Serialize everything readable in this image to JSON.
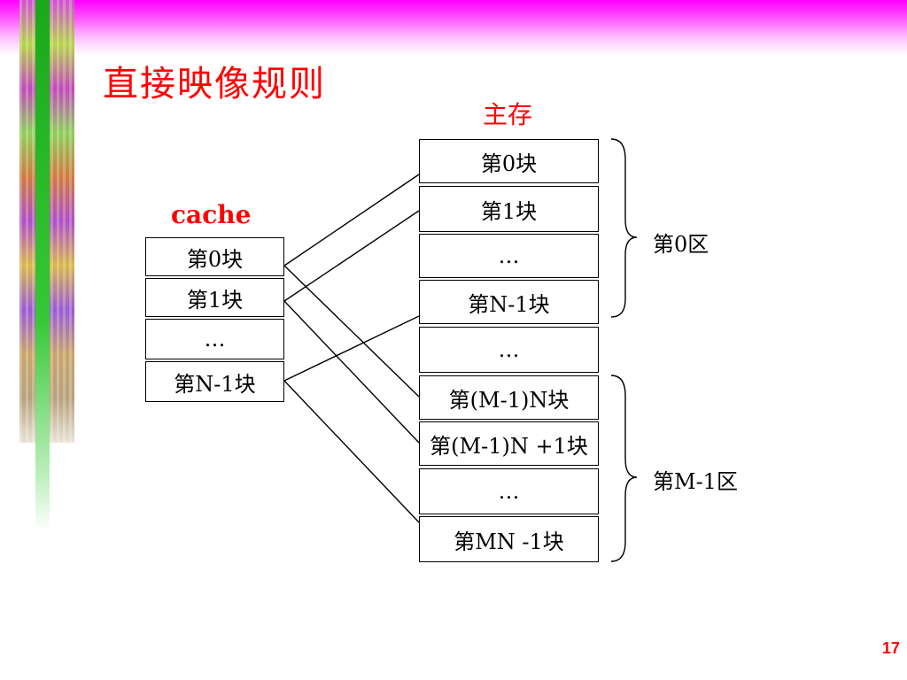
{
  "title": "直接映像规则",
  "labels": {
    "main_memory": "主存",
    "cache": "cache"
  },
  "cache_blocks": [
    {
      "id": "c0",
      "text": "第0块"
    },
    {
      "id": "c1",
      "text": "第1块"
    },
    {
      "id": "c2",
      "text": "…"
    },
    {
      "id": "c3",
      "text": "第N-1块"
    }
  ],
  "memory_blocks": [
    {
      "id": "m0",
      "text": "第0块"
    },
    {
      "id": "m1",
      "text": "第1块"
    },
    {
      "id": "m2",
      "text": "…"
    },
    {
      "id": "m3",
      "text": "第N-1块"
    },
    {
      "id": "m4",
      "text": "…"
    },
    {
      "id": "m5",
      "text": "第(M-1)N块"
    },
    {
      "id": "m6",
      "text": "第(M-1)N +1块"
    },
    {
      "id": "m7",
      "text": "…"
    },
    {
      "id": "m8",
      "text": "第MN -1块"
    }
  ],
  "zones": {
    "zone_0": "第0区",
    "zone_last": "第M-1区"
  },
  "page_number": "17",
  "colors": {
    "accent": "#ff0000",
    "band": "#ff00ff"
  }
}
